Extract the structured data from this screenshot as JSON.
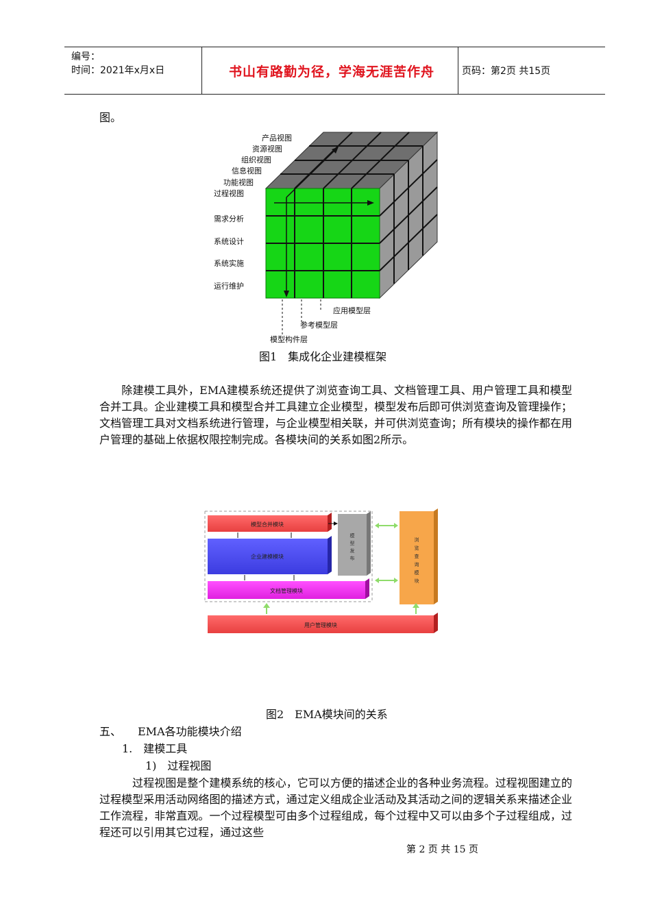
{
  "header": {
    "number_label": "编号：",
    "time_label": "时间：2021年x月x日",
    "motto": "书山有路勤为径，学海无涯苦作舟",
    "page_info": "页码：第2页  共15页"
  },
  "intro_fragment": "图。",
  "figure1": {
    "view_labels": [
      "产品视图",
      "资源视图",
      "组织视图",
      "信息视图",
      "功能视图",
      "过程视图"
    ],
    "phase_labels": [
      "需求分析",
      "系统设计",
      "系统实施",
      "运行维护"
    ],
    "layer_labels": [
      "应用模型层",
      "参考模型层",
      "模型构件层"
    ],
    "caption": "图1　集成化企业建模框架"
  },
  "paragraph1": "除建模工具外，EMA建模系统还提供了浏览查询工具、文档管理工具、用户管理工具和模型合并工具。企业建模工具和模型合并工具建立企业模型，模型发布后即可供浏览查询及管理操作；文档管理工具对文档系统进行管理，与企业模型相关联，并可供浏览查询；所有模块的操作都在用户管理的基础上依据权限控制完成。各模块间的关系如图2所示。",
  "figure2": {
    "merge_module": "模型合并模块",
    "enterprise_module": "企业建模模块",
    "doc_module": "文档管理模块",
    "user_module": "用户管理模块",
    "publish": "模型发布",
    "browse": "浏览查询模块",
    "caption": "图2　EMA模块间的关系"
  },
  "section5": "五、　　EMA各功能模块介绍",
  "item1": "1.　建模工具",
  "item1_1": "1)　过程视图",
  "paragraph2": "过程视图是整个建模系统的核心，它可以方便的描述企业的各种业务流程。过程视图建立的过程模型采用活动网络图的描述方式，通过定义组成企业活动及其活动之间的逻辑关系来描述企业工作流程，非常直观。一个过程模型可由多个过程组成，每个过程中又可以由多个子过程组成，过程还可以引用其它过程，通过这些",
  "footer": "第 2 页 共 15 页"
}
